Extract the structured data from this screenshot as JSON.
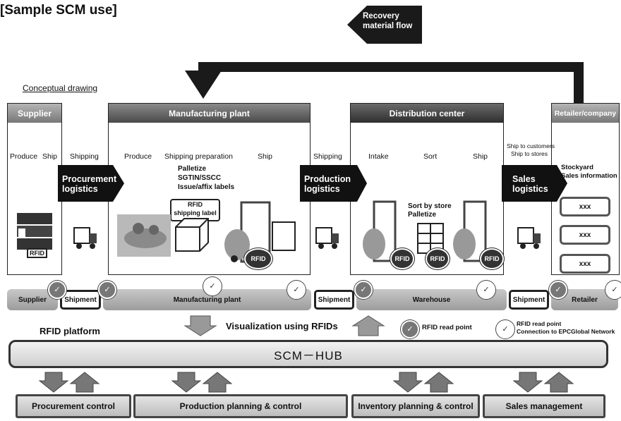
{
  "title": "[Sample SCM use]",
  "concept_label": "Conceptual drawing",
  "recovery": "Recovery material flow",
  "columns": {
    "supplier": "Supplier",
    "manufacturing": "Manufacturing plant",
    "distribution": "Distribution center",
    "retailer": "Retailer/company"
  },
  "stages": {
    "produce1": "Produce",
    "ship1": "Ship",
    "shipping1": "Shipping",
    "produce2": "Produce",
    "shipping_prep": "Shipping preparation",
    "ship2": "Ship",
    "shipping2": "Shipping",
    "intake": "Intake",
    "sort": "Sort",
    "ship3": "Ship",
    "ship_to_customers": "Ship to customers",
    "ship_to_stores": "Ship to stores"
  },
  "notes": {
    "palletize": "Palletize",
    "sgtin": "SGTIN/SSCC",
    "issue": "Issue/affix labels",
    "rfid_label_1": "RFID",
    "rfid_label_2": "shipping label",
    "sort_by_store": "Sort by store",
    "palletize2": "Palletize",
    "stockyard": "Stockyard",
    "sales_info": "Sales information"
  },
  "logistics": {
    "procurement_1": "Procurement",
    "procurement_2": "logistics",
    "production_1": "Production",
    "production_2": "logistics",
    "sales_1": "Sales",
    "sales_2": "logistics"
  },
  "rfid": "RFID",
  "retail_slots": [
    "xxx",
    "xxx",
    "xxx"
  ],
  "platform": {
    "supplier": "Supplier",
    "shipment1": "Shipment",
    "manufacturing": "Manufacturing plant",
    "shipment2": "Shipment",
    "warehouse": "Warehouse",
    "shipment3": "Shipment",
    "retailer": "Retailer"
  },
  "rfid_platform": "RFID platform",
  "visualization": "Visualization using RFIDs",
  "legend": {
    "read_point": "RFID read point",
    "read_point2": "RFID read point",
    "epc": "Connection to EPCGlobal Network"
  },
  "hub": "SCM－HUB",
  "controls": {
    "procurement": "Procurement control",
    "production": "Production planning & control",
    "inventory": "Inventory planning & control",
    "sales": "Sales management"
  }
}
